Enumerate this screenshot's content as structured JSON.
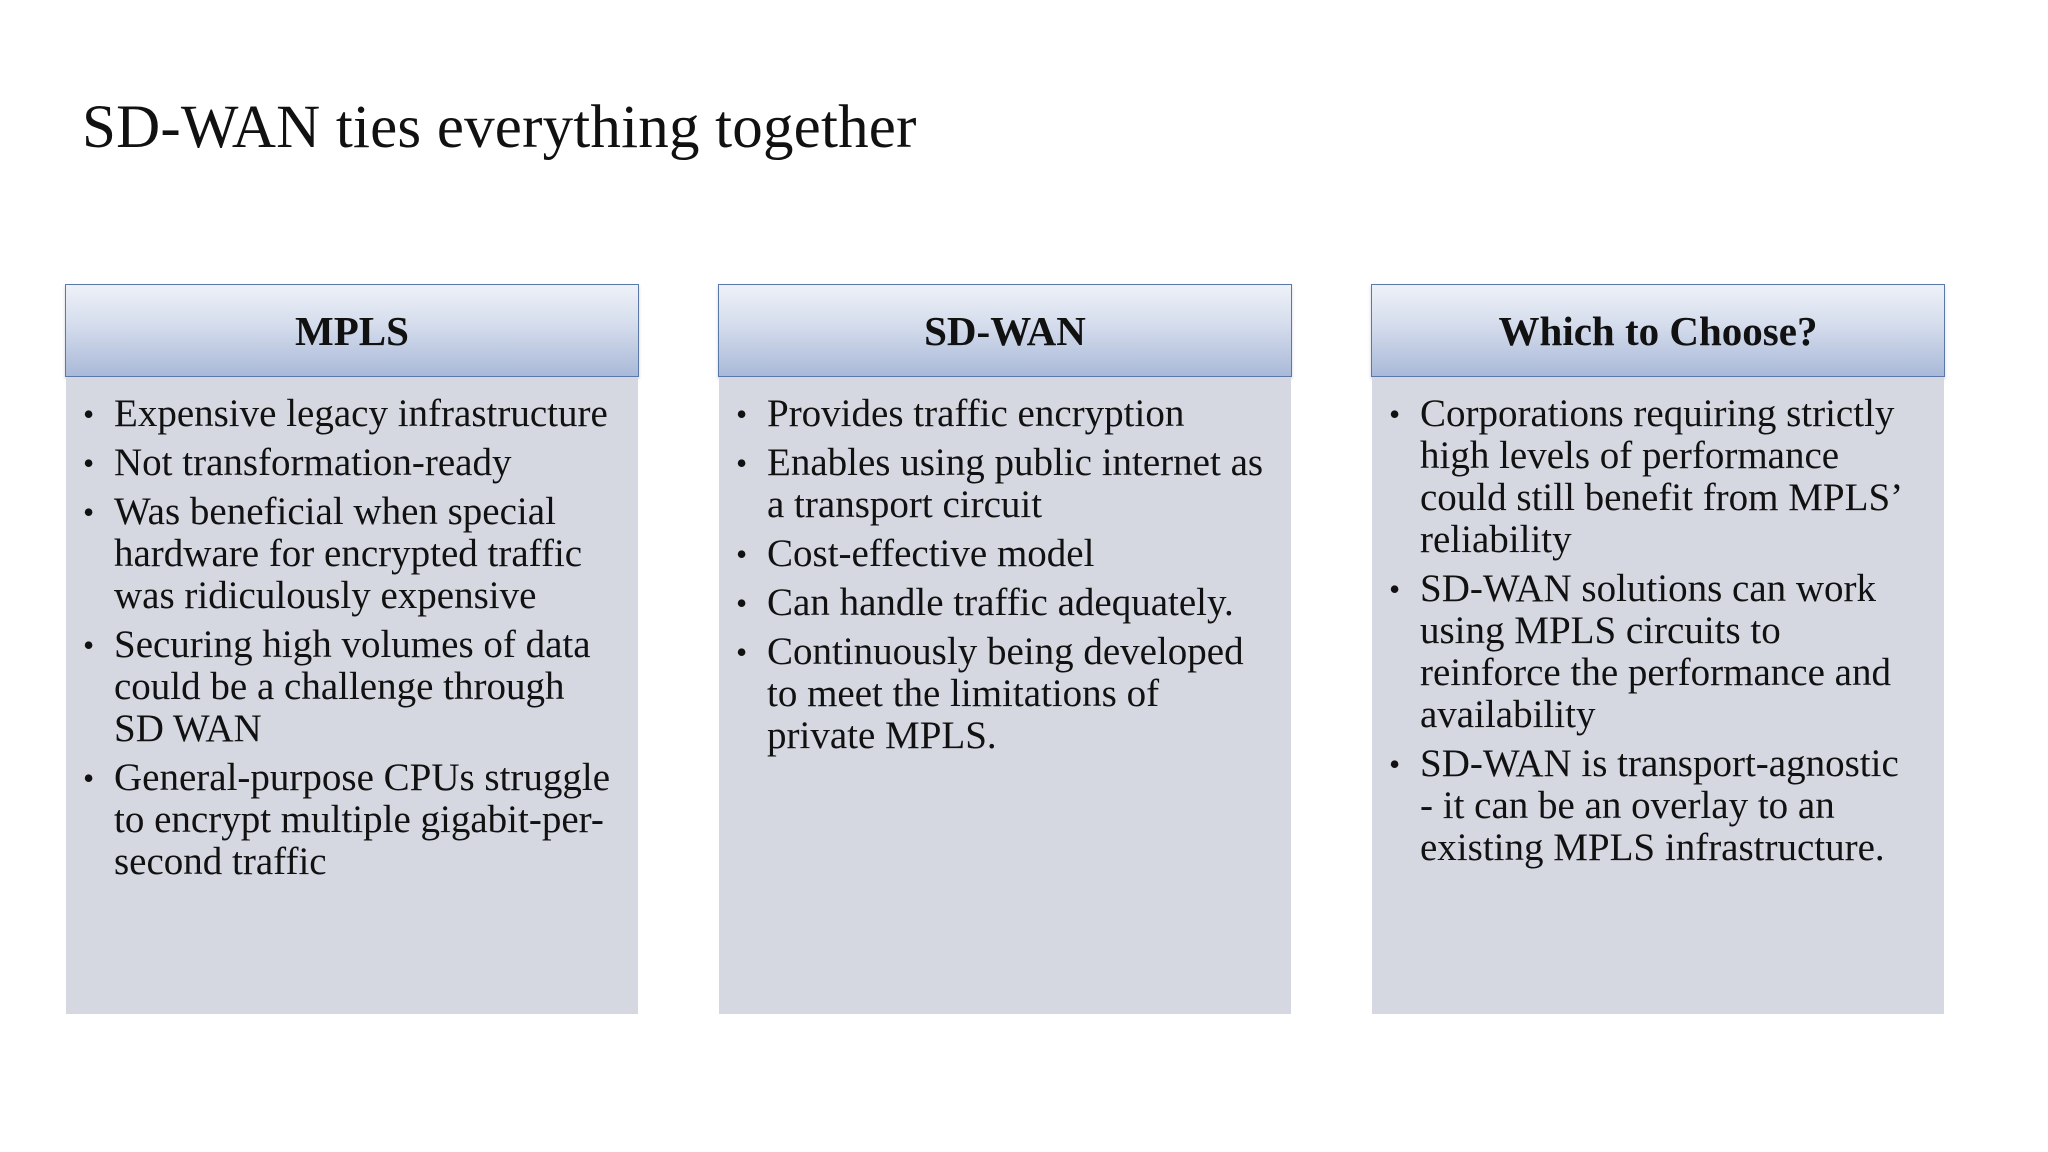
{
  "title": "SD-WAN ties everything together",
  "columns": [
    {
      "heading": "MPLS",
      "items": [
        "Expensive legacy infrastructure",
        "Not transformation-ready",
        "Was beneficial when special hardware for encrypted traffic was ridiculously expensive",
        "Securing high volumes of data could be a challenge through SD WAN",
        "General-purpose CPUs struggle to encrypt multiple gigabit-per-second traffic"
      ]
    },
    {
      "heading": "SD-WAN",
      "items": [
        "Provides traffic encryption",
        "Enables using public internet as a transport circuit",
        "Cost-effective model",
        "Can handle traffic adequately.",
        "Continuously being developed to meet the limitations of private MPLS."
      ]
    },
    {
      "heading": "Which to Choose?",
      "items": [
        "Corporations requiring strictly high levels of performance could still benefit from MPLS’ reliability",
        "SD-WAN solutions can work using MPLS circuits to reinforce the performance and availability",
        "SD-WAN is transport-agnostic - it can be an overlay to an existing MPLS infrastructure."
      ]
    }
  ],
  "colors": {
    "header_border": "#5b79a8",
    "header_gradient_top": "#eef1f8",
    "header_gradient_bottom": "#a9b9d8",
    "body_fill": "#d5d7e1"
  }
}
